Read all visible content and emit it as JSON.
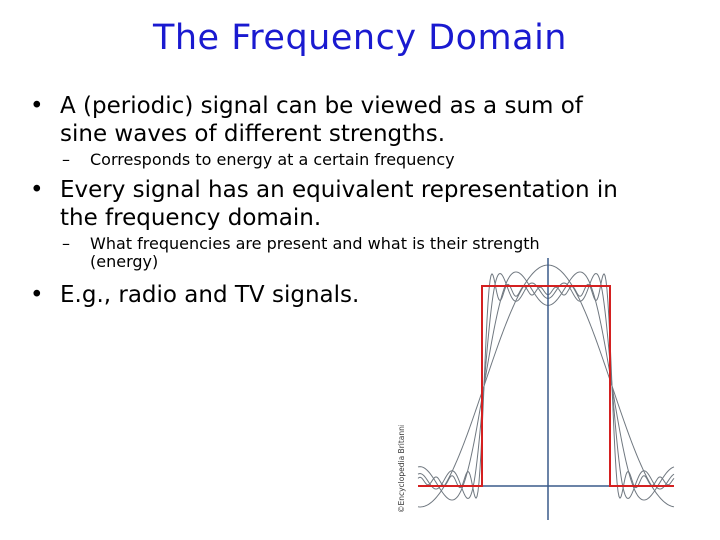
{
  "slide": {
    "title": "The Frequency Domain",
    "bullet_char": "•",
    "dash_char": "–",
    "bullets": [
      {
        "lines": [
          "A (periodic) signal can be viewed as a sum of",
          "sine waves of different strengths."
        ],
        "sub": [
          "Corresponds to energy at a certain frequency"
        ]
      },
      {
        "lines": [
          "Every signal has an equivalent representation in",
          "the frequency domain."
        ],
        "sub": [
          "What frequencies are present and what is their strength",
          "(energy)"
        ]
      },
      {
        "lines": [
          "E.g., radio and TV signals."
        ],
        "sub": []
      }
    ],
    "figure": {
      "copyright_text": "©Encyclopedia Britannica",
      "colors": {
        "square_wave": "#d42020",
        "harmonics": "#707880",
        "axis": "#3a5a8a"
      }
    }
  }
}
